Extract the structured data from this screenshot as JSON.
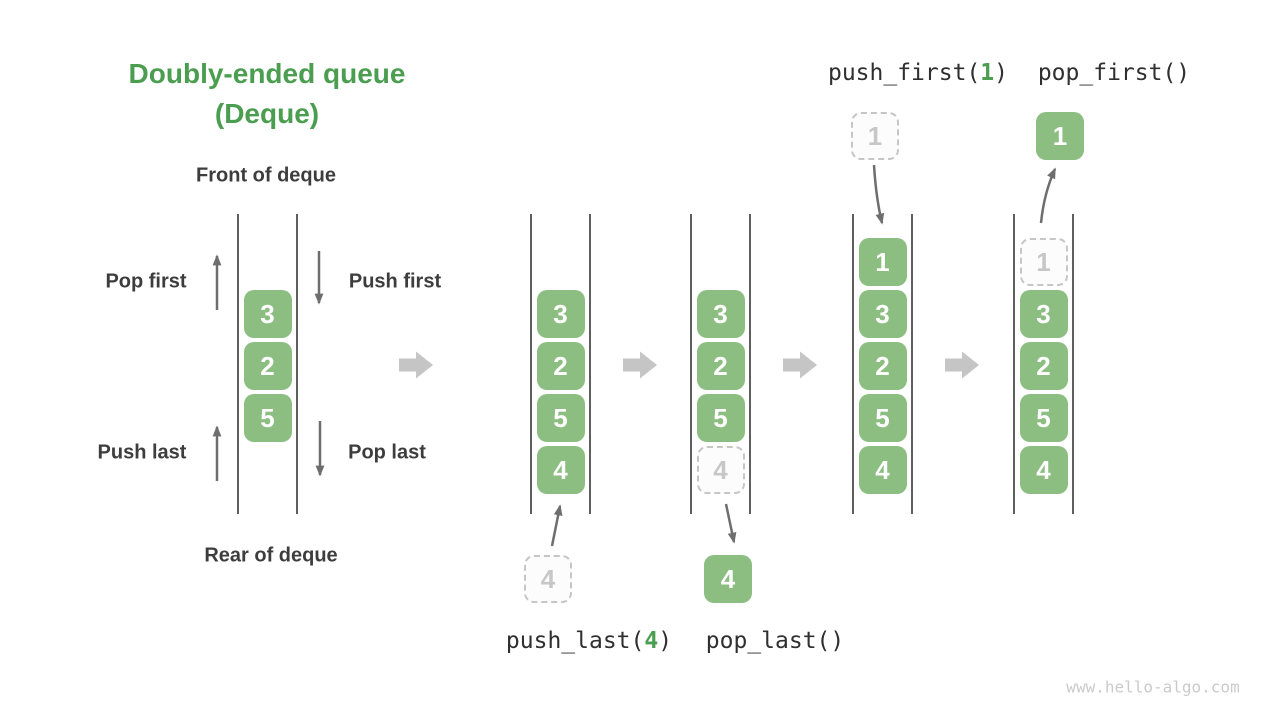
{
  "title": {
    "line1": "Doubly-ended queue",
    "line2": "(Deque)"
  },
  "concept": {
    "front_label": "Front of deque",
    "rear_label": "Rear of deque",
    "pop_first_label": "Pop first",
    "push_first_label": "Push first",
    "push_last_label": "Push last",
    "pop_last_label": "Pop last"
  },
  "queues": {
    "concept": {
      "values": [
        "3",
        "2",
        "5"
      ]
    },
    "after_push_last": {
      "values": [
        "3",
        "2",
        "5",
        "4"
      ]
    },
    "after_pop_last": {
      "values": [
        "3",
        "2",
        "5"
      ],
      "ghost": "4"
    },
    "after_push_first": {
      "values": [
        "1",
        "3",
        "2",
        "5",
        "4"
      ]
    },
    "after_pop_first": {
      "ghost": "1",
      "values": [
        "3",
        "2",
        "5",
        "4"
      ]
    }
  },
  "floating_boxes": {
    "push_last_incoming": "4",
    "pop_last_outgoing": "4",
    "push_first_incoming": "1",
    "pop_first_outgoing": "1"
  },
  "fn_labels": {
    "push_last": {
      "pre": "push_last(",
      "arg": "4",
      "post": ")"
    },
    "pop_last": "pop_last()",
    "push_first": {
      "pre": "push_first(",
      "arg": "1",
      "post": ")"
    },
    "pop_first": "pop_first()"
  },
  "watermark": "www.hello-algo.com",
  "icons": {
    "step_arrow": "right-arrow-icon",
    "op_arrows": [
      "up-arrow-icon",
      "down-arrow-icon"
    ]
  },
  "colors": {
    "accent_green": "#4b9e50",
    "box_green": "#8cbe82",
    "ghost_border_gray": "#c6c6c6",
    "ghost_text_gray": "#c7c7c7",
    "thin_arrow_gray": "#6e6e6e",
    "step_arrow_gray": "#c5c5c5",
    "rail_gray": "#5f5f5f",
    "label_dark": "#3d3d3d",
    "code_text": "#2f2f2f",
    "watermark_gray": "#cbcbcb",
    "background": "#ffffff"
  }
}
